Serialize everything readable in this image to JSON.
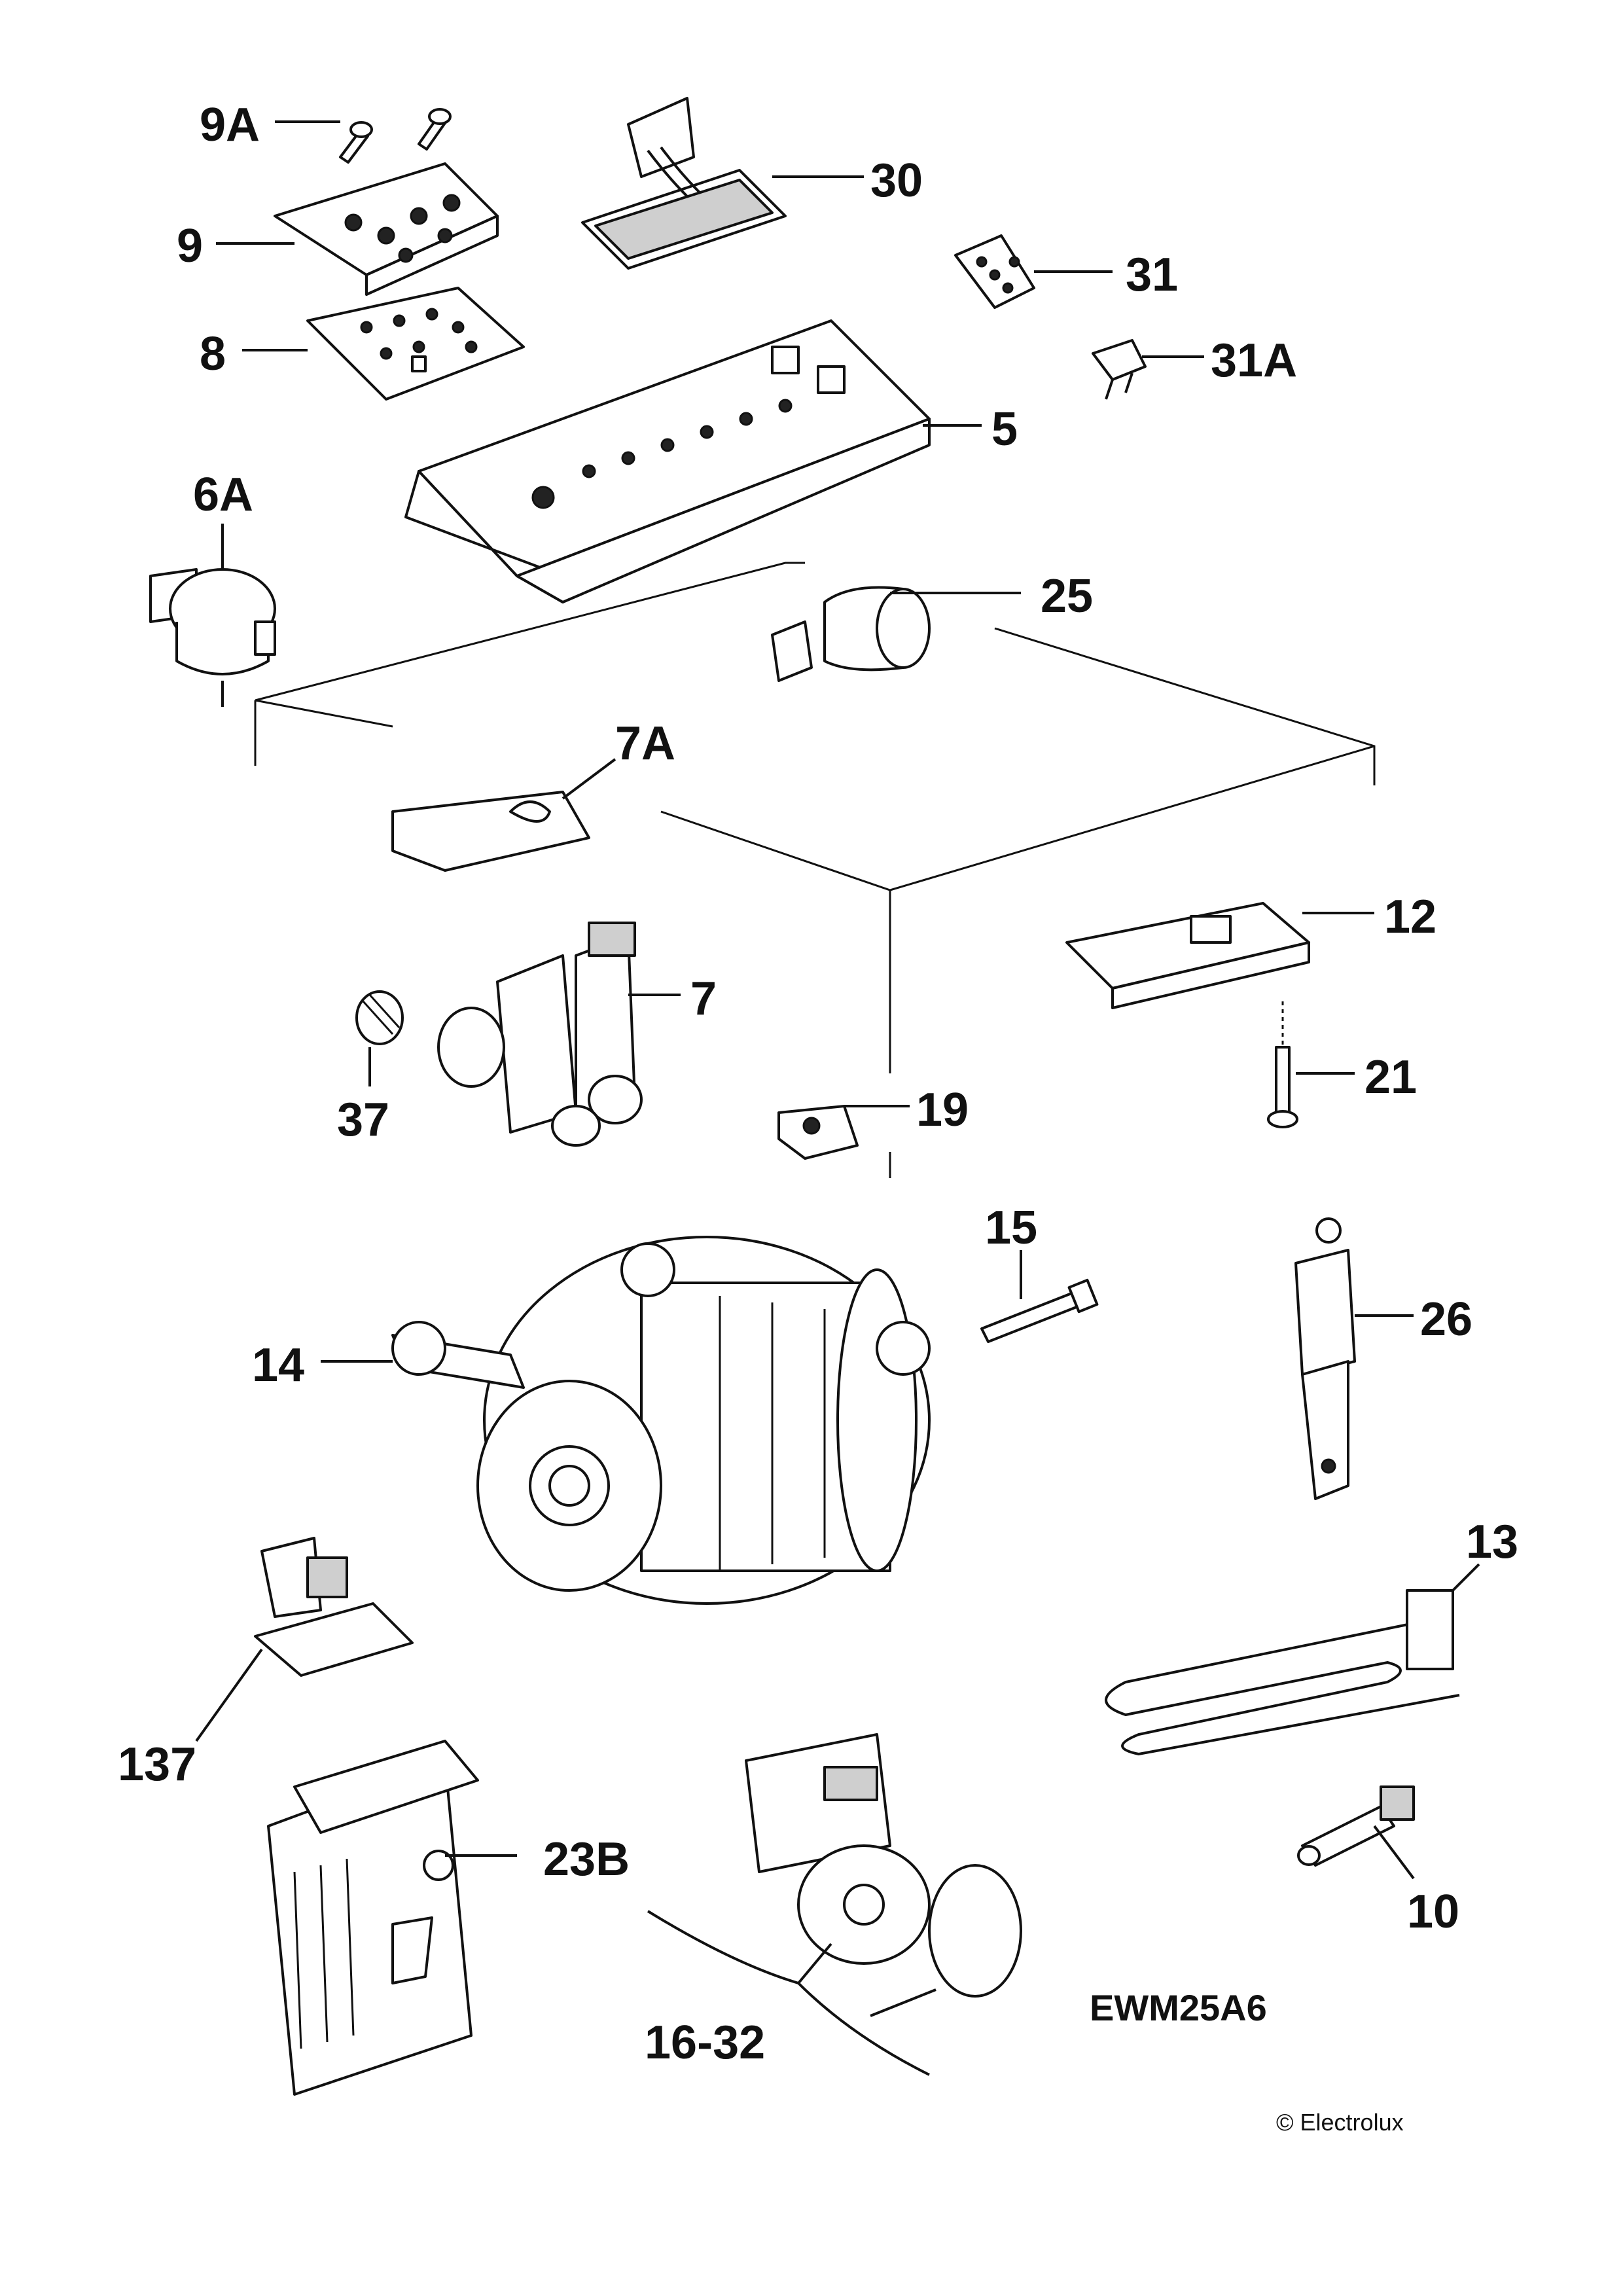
{
  "labels": {
    "p9A": "9A",
    "p30": "30",
    "p9": "9",
    "p31": "31",
    "p8": "8",
    "p31A": "31A",
    "p5": "5",
    "p6A": "6A",
    "p25": "25",
    "p7A": "7A",
    "p12": "12",
    "p7": "7",
    "p21": "21",
    "p37": "37",
    "p19": "19",
    "p15": "15",
    "p26": "26",
    "p14": "14",
    "p13": "13",
    "p137": "137",
    "p23B": "23B",
    "p10": "10",
    "p16_32": "16-32"
  },
  "model_code": "EWM25A6",
  "copyright": "© Electrolux",
  "icons": {
    "screw": "screw-icon",
    "control_panel": "control-board-icon",
    "motor": "motor-icon",
    "valve": "water-valve-icon",
    "heater": "heating-element-icon",
    "pump": "drain-pump-icon"
  }
}
